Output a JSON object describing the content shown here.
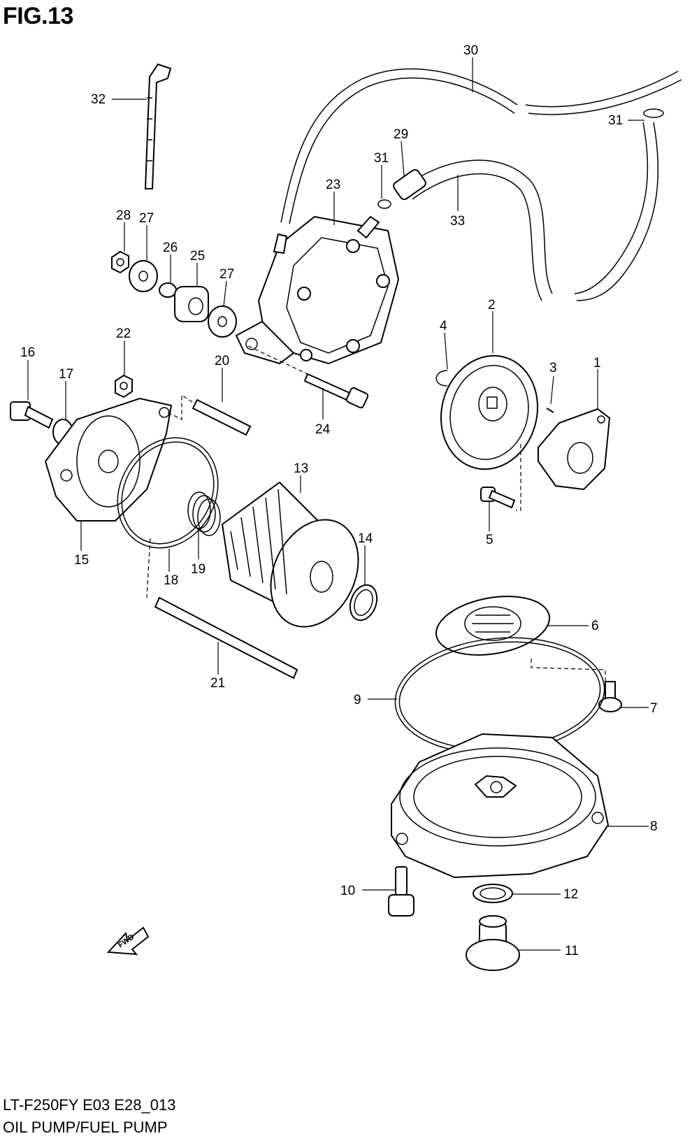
{
  "figure": {
    "title": "FIG.13",
    "code": "LT-F250FY E03 E28_013",
    "name": "OIL PUMP/FUEL PUMP",
    "fwd_label": "FWD"
  },
  "callouts": [
    "1",
    "2",
    "3",
    "4",
    "5",
    "6",
    "7",
    "8",
    "9",
    "10",
    "11",
    "12",
    "13",
    "14",
    "15",
    "16",
    "17",
    "18",
    "19",
    "20",
    "21",
    "22",
    "23",
    "24",
    "25",
    "26",
    "27",
    "28",
    "29",
    "30",
    "31",
    "32",
    "33"
  ]
}
